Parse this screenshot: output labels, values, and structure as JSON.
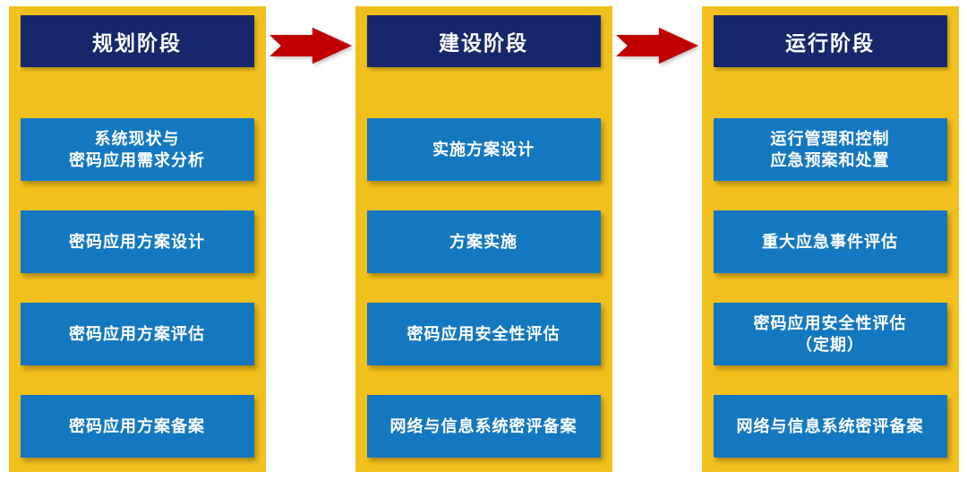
{
  "colors": {
    "background": "#FFFFFF",
    "panel": "#F2C01C",
    "header_bg": "#16286B",
    "item_bg": "#1478C0",
    "arrow": "#C00000",
    "text": "#FFFFFF"
  },
  "columns": [
    {
      "header": "规划阶段",
      "items": [
        "系统现状与\n密码应用需求分析",
        "密码应用方案设计",
        "密码应用方案评估",
        "密码应用方案备案"
      ]
    },
    {
      "header": "建设阶段",
      "items": [
        "实施方案设计",
        "方案实施",
        "密码应用安全性评估",
        "网络与信息系统密评备案"
      ]
    },
    {
      "header": "运行阶段",
      "items": [
        "运行管理和控制\n应急预案和处置",
        "重大应急事件评估",
        "密码应用安全性评估\n（定期）",
        "网络与信息系统密评备案"
      ]
    }
  ]
}
